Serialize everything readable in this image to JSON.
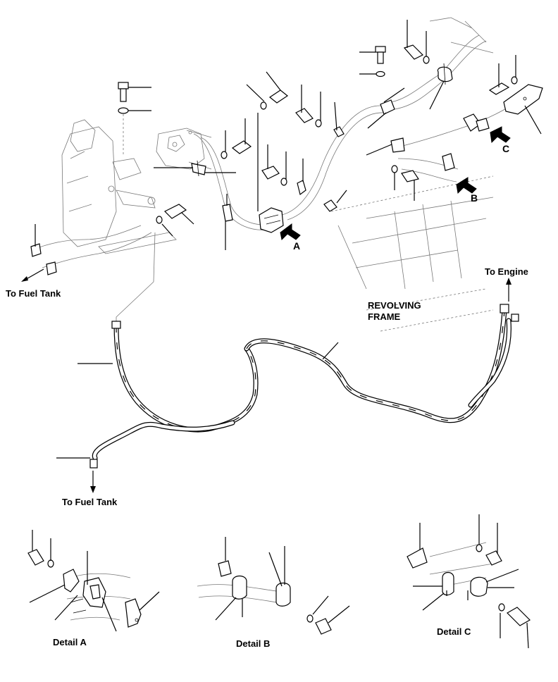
{
  "labels": {
    "to_fuel_tank_upper": "To Fuel Tank",
    "to_fuel_tank_lower": "To Fuel Tank",
    "to_engine": "To Engine",
    "revolving_frame_line1": "REVOLVING",
    "revolving_frame_line2": "FRAME",
    "detail_a": "Detail A",
    "detail_b": "Detail B",
    "detail_c": "Detail C",
    "callout_a": "A",
    "callout_b": "B",
    "callout_c": "C"
  }
}
